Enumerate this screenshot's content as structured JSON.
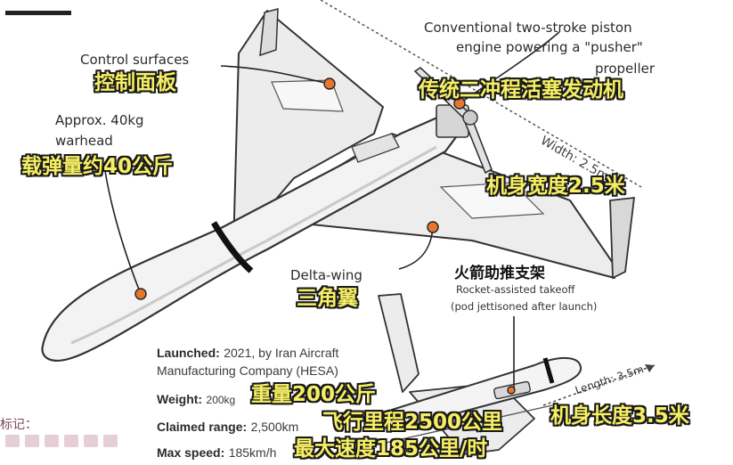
{
  "labels": {
    "control_surfaces_en": "Control surfaces",
    "control_surfaces_zh": "控制面板",
    "engine_en_line1": "Conventional two-stroke piston",
    "engine_en_line2": "engine powering a \"pusher\"",
    "engine_en_line3": "propeller",
    "engine_zh": "传统二冲程活塞发动机",
    "warhead_en_line1": "Approx. 40kg",
    "warhead_en_line2": "warhead",
    "warhead_zh": "载弹量约40公斤",
    "width_en": "Width: 2.5m",
    "width_zh": "机身宽度2.5米",
    "delta_en": "Delta-wing",
    "delta_zh": "三角翼",
    "rocket_zh": "火箭助推支架",
    "rocket_en_line1": "Rocket-assisted takeoff",
    "rocket_en_line2": "(pod jettisoned after launch)",
    "length_en": "Length: 3.5m",
    "length_zh": "机身长度3.5米"
  },
  "specs": {
    "launched_key": "Launched:",
    "launched_val_line1": "2021, by Iran Aircraft",
    "launched_val_line2": "Manufacturing Company (HESA)",
    "weight_key": "Weight:",
    "weight_val": "200kg",
    "weight_zh": "重量200公斤",
    "range_key": "Claimed range:",
    "range_val": "2,500km",
    "range_zh": "飞行里程2500公里",
    "speed_key": "Max speed:",
    "speed_val": "185km/h",
    "speed_zh": "最大速度185公里/时"
  },
  "corner_text": "标记：",
  "colors": {
    "marker_orange": "#e8772e",
    "body_fill": "#f0f0f0",
    "outline": "#333333",
    "caption_yellow": "#f6ef64"
  }
}
